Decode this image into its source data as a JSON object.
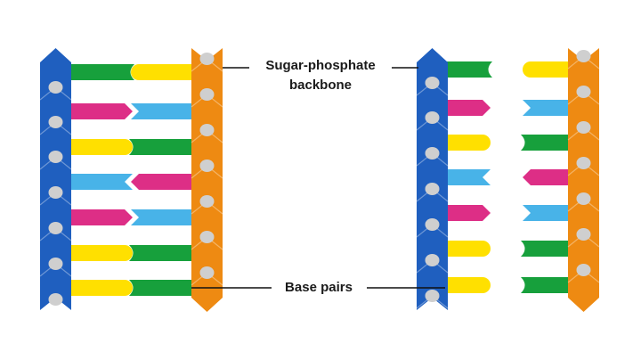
{
  "labels": {
    "backbone_line1": "Sugar-phosphate",
    "backbone_line2": "backbone",
    "base_pairs": "Base pairs"
  },
  "colors": {
    "backbone_left": "#1f5fbf",
    "backbone_right": "#ee8a12",
    "phosphate": "#cfcfcf",
    "Y": "#ffe000",
    "G": "#17a03c",
    "P": "#dd2e86",
    "B": "#48b3e8"
  },
  "left_helix_pairs": [
    [
      "G",
      "Y"
    ],
    [
      "P",
      "B"
    ],
    [
      "Y",
      "G"
    ],
    [
      "B",
      "P"
    ],
    [
      "P",
      "B"
    ],
    [
      "Y",
      "G"
    ],
    [
      "Y",
      "G"
    ]
  ],
  "right_helix_pairs": [
    [
      "G",
      "Y"
    ],
    [
      "P",
      "B"
    ],
    [
      "Y",
      "G"
    ],
    [
      "B",
      "P"
    ],
    [
      "P",
      "B"
    ],
    [
      "Y",
      "G"
    ],
    [
      "Y",
      "G"
    ]
  ]
}
